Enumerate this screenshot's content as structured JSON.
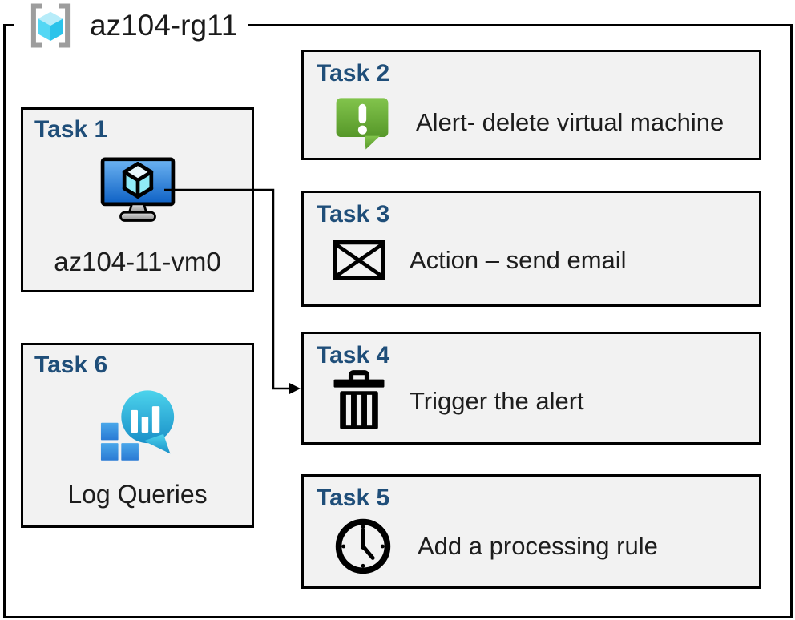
{
  "resource_group": {
    "label": "az104-rg11",
    "icon": "resource-group-brackets-cube"
  },
  "tasks": [
    {
      "id": "task1",
      "title": "Task 1",
      "label": "az104-11-vm0",
      "icon": "virtual-machine-monitor"
    },
    {
      "id": "task2",
      "title": "Task 2",
      "label": "Alert- delete virtual machine",
      "icon": "alert-message-bubble"
    },
    {
      "id": "task3",
      "title": "Task 3",
      "label": "Action – send email",
      "icon": "email-envelope"
    },
    {
      "id": "task4",
      "title": "Task 4",
      "label": "Trigger the alert",
      "icon": "trash-can"
    },
    {
      "id": "task5",
      "title": "Task 5",
      "label": "Add a processing rule",
      "icon": "clock"
    },
    {
      "id": "task6",
      "title": "Task 6",
      "label": "Log Queries",
      "icon": "log-analytics"
    }
  ],
  "connector": {
    "from": "task1",
    "to": "task4"
  },
  "colors": {
    "title_blue": "#1f4e79",
    "box_fill": "#f2f2f2",
    "border": "#000000",
    "alert_green_top": "#82c44c",
    "alert_green_bottom": "#569729",
    "vm_screen_top": "#6db4f2",
    "vm_screen_bottom": "#0d60c4",
    "cube_cyan": "#53d7f4",
    "bracket_gray": "#9d9d9d",
    "log_teal_top": "#4cd3ec",
    "log_teal_bottom": "#1a90c8",
    "log_square_blue": "#2a7ad4"
  }
}
